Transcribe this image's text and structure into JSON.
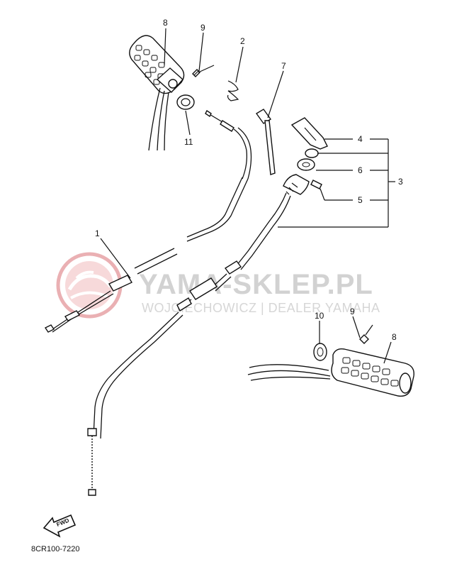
{
  "watermark": {
    "title": "YAMA-SKLEP.PL",
    "subtitle": "WOJCIECHOWICZ | DEALER YAMAHA",
    "logo_color": "#e9a0a4",
    "text_color": "#d2d2d2"
  },
  "callouts": {
    "c8_top": "8",
    "c9_top": "9",
    "c2": "2",
    "c7": "7",
    "c11": "11",
    "c4": "4",
    "c6": "6",
    "c3": "3",
    "c5": "5",
    "c1": "1",
    "c10": "10",
    "c9_bottom": "9",
    "c8_bottom": "8"
  },
  "fwd_label": "FWD",
  "diagram_code": "8CR100-7220"
}
